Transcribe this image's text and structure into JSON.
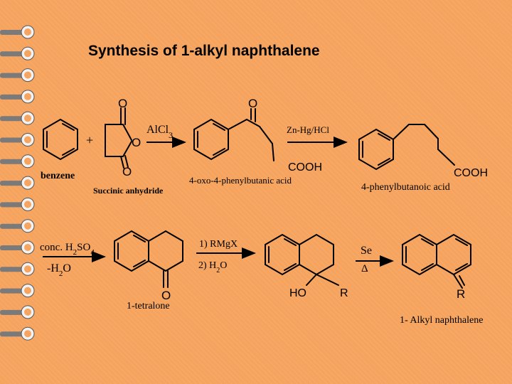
{
  "title": "Synthesis of 1-alkyl naphthalene",
  "step1": {
    "benzene": "benzene",
    "plus": "+",
    "anhydride": "Succinic anhydride",
    "anhydride_atom_o": "O",
    "reagent": "AlCl",
    "reagent_sub": "3",
    "product": "4-oxo-4-phenylbutanic acid",
    "product_atom_o": "O",
    "product_acid": "COOH"
  },
  "step2": {
    "reagent": "Zn-Hg/HCl",
    "product": "4-phenylbutanoic acid",
    "product_acid": "COOH"
  },
  "step3": {
    "reagent_line1_pre": "conc. H",
    "reagent_line1_sub1": "2",
    "reagent_line1_mid": "SO",
    "reagent_line1_sub2": "4",
    "reagent_line2_pre": "-H",
    "reagent_line2_sub": "2",
    "reagent_line2_post": "O",
    "product": "1-tetralone",
    "product_atom_o": "O"
  },
  "step4": {
    "reagent_line1": "1) RMgX",
    "reagent_line2_pre": "2) H",
    "reagent_line2_sub": "2",
    "reagent_line2_post": "O",
    "product_ho": "HO",
    "product_r": "R"
  },
  "step5": {
    "reagent_line1": "Se",
    "reagent_line2": "Δ",
    "product_r": "R",
    "product": "1- Alkyl naphthalene"
  }
}
